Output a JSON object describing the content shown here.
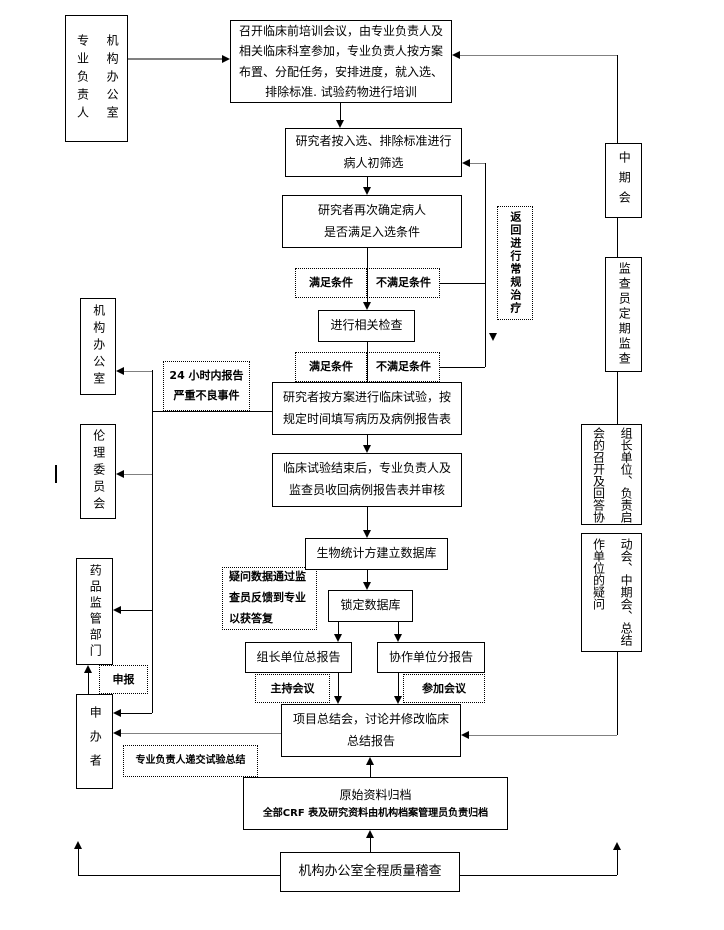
{
  "colors": {
    "line": "#000000",
    "gray_line": "#808080",
    "background": "#ffffff",
    "text": "#000000"
  },
  "nodes": {
    "start": {
      "left": "专业负责人",
      "right": "机构办公室"
    },
    "training": [
      "召开临床前培训会议，由专业负责人及",
      "相关临床科室参加，专业负责人按方案",
      "布置、分配任务，安排进度，就入选、",
      "排除标准. 试验药物进行培训"
    ],
    "initial_screening": [
      "研究者按入选、排除标准进行",
      "病人初筛选"
    ],
    "reconfirm": [
      "研究者再次确定病人",
      "是否满足入选条件"
    ],
    "related_check": "进行相关检查",
    "trial": [
      "研究者按方案进行临床试验，按",
      "规定时间填写病历及病例报告表"
    ],
    "trial_end": [
      "临床试验结束后，专业负责人及",
      "监查员收回病例报告表并审核"
    ],
    "biostat": "生物统计方建立数据库",
    "lock_db": "锁定数据库",
    "leader_report": "组长单位总报告",
    "collab_report": "协作单位分报告",
    "summary_meeting": [
      "项目总结会，讨论并修改临床",
      "总结报告"
    ],
    "archive": {
      "title": "原始资料归档",
      "detail": "全部CRF 表及研究资料由机构档案管理员负责归档"
    },
    "audit": "机构办公室全程质量稽查",
    "office": "机构办公室",
    "ethics": "伦理委员会",
    "drug_admin": "药品监管部门",
    "sponsor": "申办者",
    "interim": "中期会",
    "monitor": "监查员定期监查",
    "leader_duty_top": {
      "right": "组长单位、负责启",
      "left": "会的召开及回答协"
    },
    "leader_duty_bottom": {
      "right": "动会、中期会、总结",
      "left": "作单位的疑问"
    }
  },
  "labels": {
    "meet": "满足条件",
    "not_meet": "不满足条件",
    "report_24h": [
      "24 小时内报告",
      "严重不良事件"
    ],
    "return_routine": "返回进行常规治疗",
    "query_feedback": [
      "疑问数据通过监",
      "查员反馈到专业",
      "以获答复"
    ],
    "host_meeting": "主持会议",
    "join_meeting": "参加会议",
    "submit_summary": "专业负责人递交试验总结",
    "declare": "申报"
  }
}
